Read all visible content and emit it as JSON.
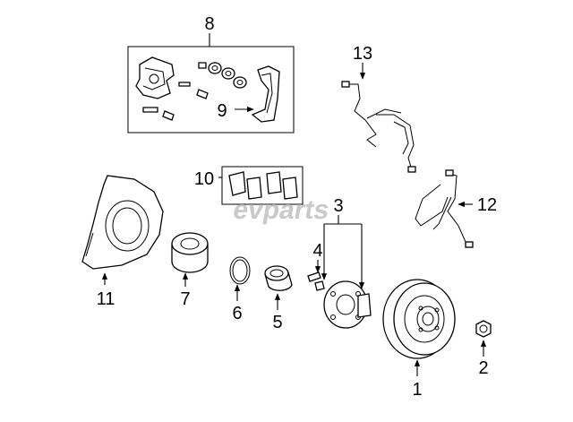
{
  "diagram": {
    "labels": {
      "l1": "1",
      "l2": "2",
      "l3": "3",
      "l4": "4",
      "l5": "5",
      "l6": "6",
      "l7": "7",
      "l8": "8",
      "l9": "9",
      "l10": "10",
      "l11": "11",
      "l12": "12",
      "l13": "13"
    },
    "watermark": "evparts"
  }
}
